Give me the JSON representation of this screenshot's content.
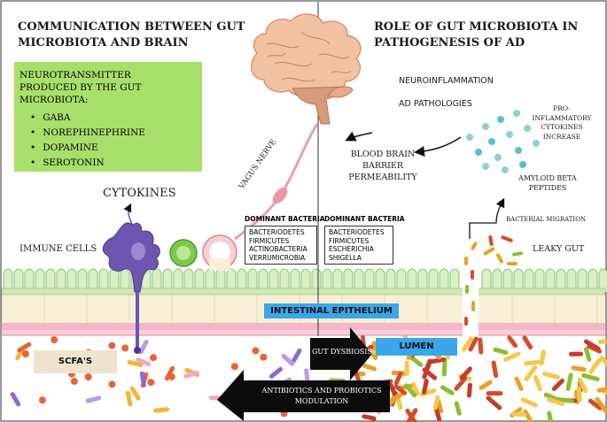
{
  "left_title": "COMMUNICATION BETWEEN GUT MICROBIOTA AND BRAIN",
  "right_title": "ROLE OF GUT MICROBIOTA IN PATHOGENESIS OF AD",
  "neurotransmitters": {
    "heading_lines": [
      "NEUROTRANSMITTER",
      "PRODUCED BY THE GUT",
      "MICROBIOTA:"
    ],
    "items": [
      "GABA",
      "NOREPHINEPHRINE",
      "DOPAMINE",
      "SEROTONIN"
    ]
  },
  "labels": {
    "cytokines": "CYTOKINES",
    "immune_cells": "IMMUNE CELLS",
    "vagus_nerve": "VAGUS NERVE",
    "neuroinflammation": "NEUROINFLAMMATION",
    "ad_pathologies": "AD PATHOLOGIES",
    "bbb_lines": [
      "BLOOD BRAIN",
      "BARRIER",
      "PERMEABILITY"
    ],
    "pro_inflammatory_lines": [
      "PRO-",
      "INFLAMMATORY",
      "CYTOKINES",
      "INCREASE"
    ],
    "amyloid_lines": [
      "AMYLOID BETA",
      "PEPTIDES"
    ],
    "bacterial_migration": "BACTERIAL MIGRATION",
    "leaky_gut": "LEAKY GUT",
    "intestinal_epithelium": "INTESTINAL EPITHELIUM",
    "lumen": "LUMEN",
    "scfas": "SCFA'S",
    "gut_dysbiosis": "GUT DYSBIOSIS",
    "antibiotics_lines": [
      "ANTIBIOTICS AND PROBIOTICS",
      "MODULATION"
    ]
  },
  "healthy_bacteria": {
    "title": "DOMINANT BACTERIA",
    "items": [
      "BACTERIODETES",
      "FIRMICUTES",
      "ACTINOBACTERIA",
      "VERRUMICROBIA"
    ]
  },
  "dysbiosis_bacteria": {
    "title": "DOMINANT BACTERIA",
    "items": [
      "BACTERIODETES",
      "FIRMICUTES",
      "ESCHERICHIA",
      "SHIGELLA"
    ]
  },
  "colors": {
    "green_box": "#a6e06a",
    "blue_label": "#3aa7ea",
    "villi_fill": "#d9f0c4",
    "villi_edge": "#8cc07a",
    "epithelium": "#f8efd6",
    "membrane": "#f3b7c6",
    "immune_cell": "#6d56b0",
    "brain": "#f2c0a2"
  }
}
